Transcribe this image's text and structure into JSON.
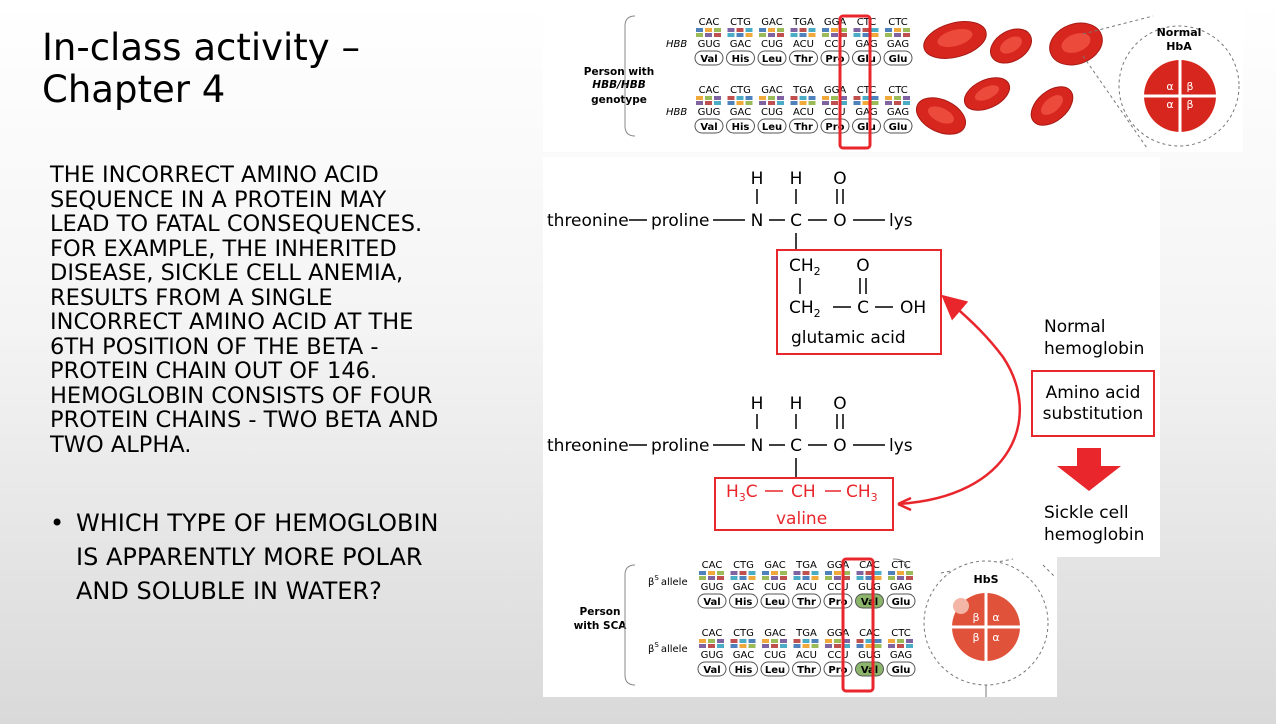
{
  "slide": {
    "title_lines": [
      "In-class activity –",
      "Chapter 4"
    ],
    "paragraph_lines": [
      "The incorrect amino acid",
      "sequence in a protein may",
      "lead to fatal consequences.",
      "For example, the inherited",
      "disease, sickle cell anemia,",
      "results from a single",
      "incorrect amino acid at the",
      "6th position of the beta -",
      "protein chain out of 146.",
      "Hemoglobin consists of four",
      "protein chains - two beta and",
      "two alpha."
    ],
    "bullet_marker": "•",
    "question_lines": [
      "Which type of hemoglobin",
      "is apparently more polar",
      "and soluble in water?"
    ]
  },
  "top_figure": {
    "person_label": [
      "Person with",
      "HBB/HBB",
      "genotype"
    ],
    "gene_label": "HBB",
    "dna_codons": [
      "CAC",
      "CTG",
      "GAC",
      "TGA",
      "GGA",
      "CTC",
      "CTC"
    ],
    "mrna_codons": [
      "GUG",
      "GAC",
      "CUG",
      "ACU",
      "CCU",
      "GAG",
      "GAG"
    ],
    "amino_acids": [
      "Val",
      "His",
      "Leu",
      "Thr",
      "Pro",
      "Glu",
      "Glu"
    ],
    "protein_label": [
      "Normal",
      "HbA"
    ],
    "subunits": [
      "α",
      "β",
      "α",
      "β"
    ]
  },
  "structure": {
    "atoms_top": [
      "H",
      "H",
      "O"
    ],
    "chain_threonine": "threonine",
    "chain_proline": "proline",
    "chain_n": "N",
    "chain_c": "C",
    "chain_o": "O",
    "chain_lys": "lys",
    "glu_ch2_a": "CH",
    "glu_ch2_b": "CH",
    "sub_2": "2",
    "glu_o": "O",
    "glu_c": "C",
    "glu_oh": "OH",
    "glu_name": "glutamic acid",
    "val_h3c": "H",
    "sub_3": "3",
    "val_c": "C",
    "val_ch": "CH",
    "val_ch3": "CH",
    "val_name": "valine",
    "normal_label": [
      "Normal",
      "hemoglobin"
    ],
    "substitution_label": [
      "Amino acid",
      "substitution"
    ],
    "sickle_label": [
      "Sickle cell",
      "hemoglobin"
    ]
  },
  "bottom_figure": {
    "allele_label": "β",
    "allele_sup": "S",
    "allele_word": "allele",
    "person_label": [
      "Person",
      "with SCA"
    ],
    "dna_codons": [
      "CAC",
      "CTG",
      "GAC",
      "TGA",
      "GGA",
      "CAC",
      "CTC"
    ],
    "mrna_codons": [
      "GUG",
      "GAC",
      "CUG",
      "ACU",
      "CCU",
      "GUG",
      "GAG"
    ],
    "amino_acids": [
      "Val",
      "His",
      "Leu",
      "Thr",
      "Pro",
      "Val",
      "Glu"
    ],
    "protein_label": "HbS",
    "subunits": [
      "β",
      "α",
      "β",
      "α"
    ]
  },
  "colors": {
    "accent_red": "#e8262c",
    "cell_red": "#d7261e",
    "val_green": "#8ab56a"
  }
}
